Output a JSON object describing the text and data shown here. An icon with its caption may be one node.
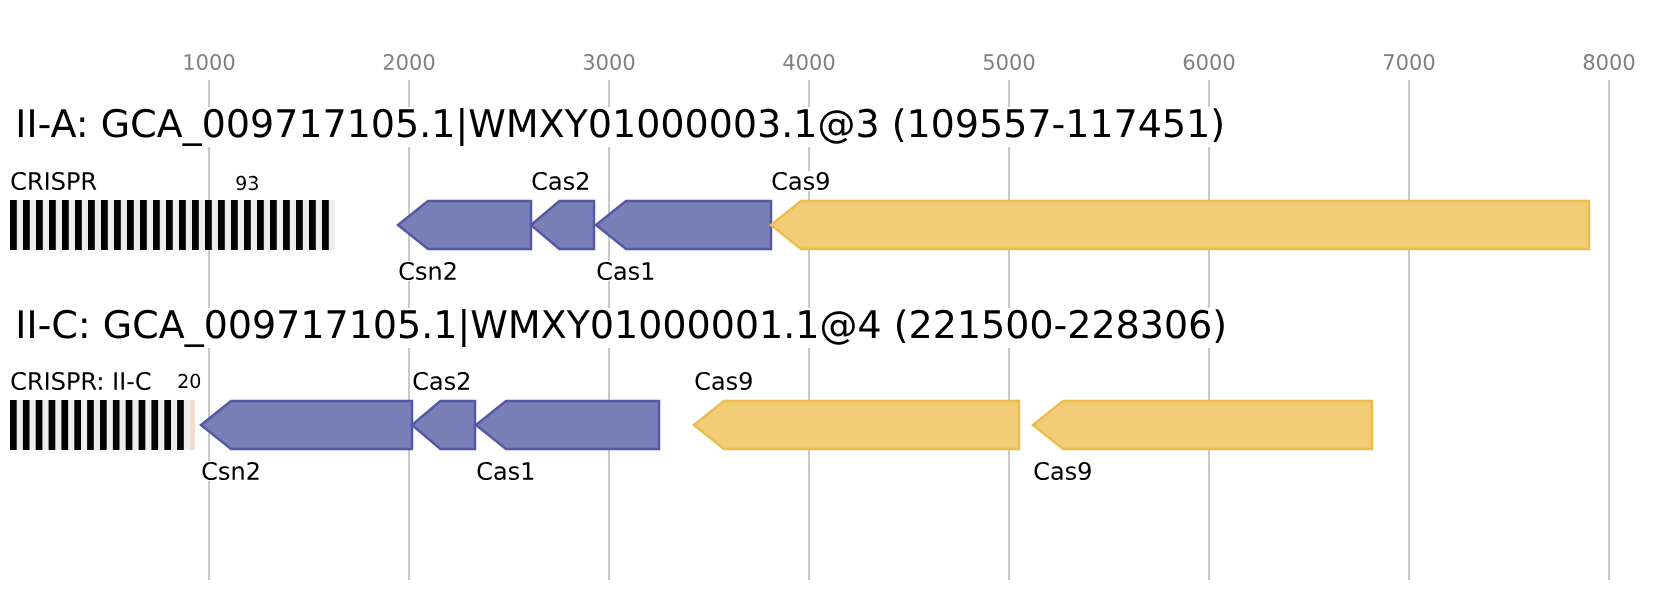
{
  "diagram": {
    "nodes": [
      {
        "text": [
          "CRISPR"
        ],
        "beside": [
          "93"
        ]
      },
      {
        "text": [
          "Csn2"
        ]
      },
      {
        "text": [
          "Cas2"
        ]
      },
      {
        "text": [
          "Cas1"
        ]
      },
      {
        "text": [
          "Cas9"
        ]
      },
      {
        "text": [
          "CRISPR: II-C"
        ],
        "beside": [
          "20"
        ]
      },
      {
        "text": [
          "Csn2"
        ]
      },
      {
        "text": [
          "Cas2"
        ]
      },
      {
        "text": [
          "Cas1"
        ]
      },
      {
        "text": [
          "Cas9"
        ]
      },
      {
        "text": [
          "Cas9"
        ]
      }
    ],
    "labels": [
      "1000",
      "2000",
      "3000",
      "4000",
      "5000",
      "6000",
      "7000",
      "8000",
      "II-A: GCA_009717105.1|WMXY01000003.1@3 (109557-117451)",
      "II-C: GCA_009717105.1|WMXY01000001.1@4 (221500-228306)"
    ]
  }
}
